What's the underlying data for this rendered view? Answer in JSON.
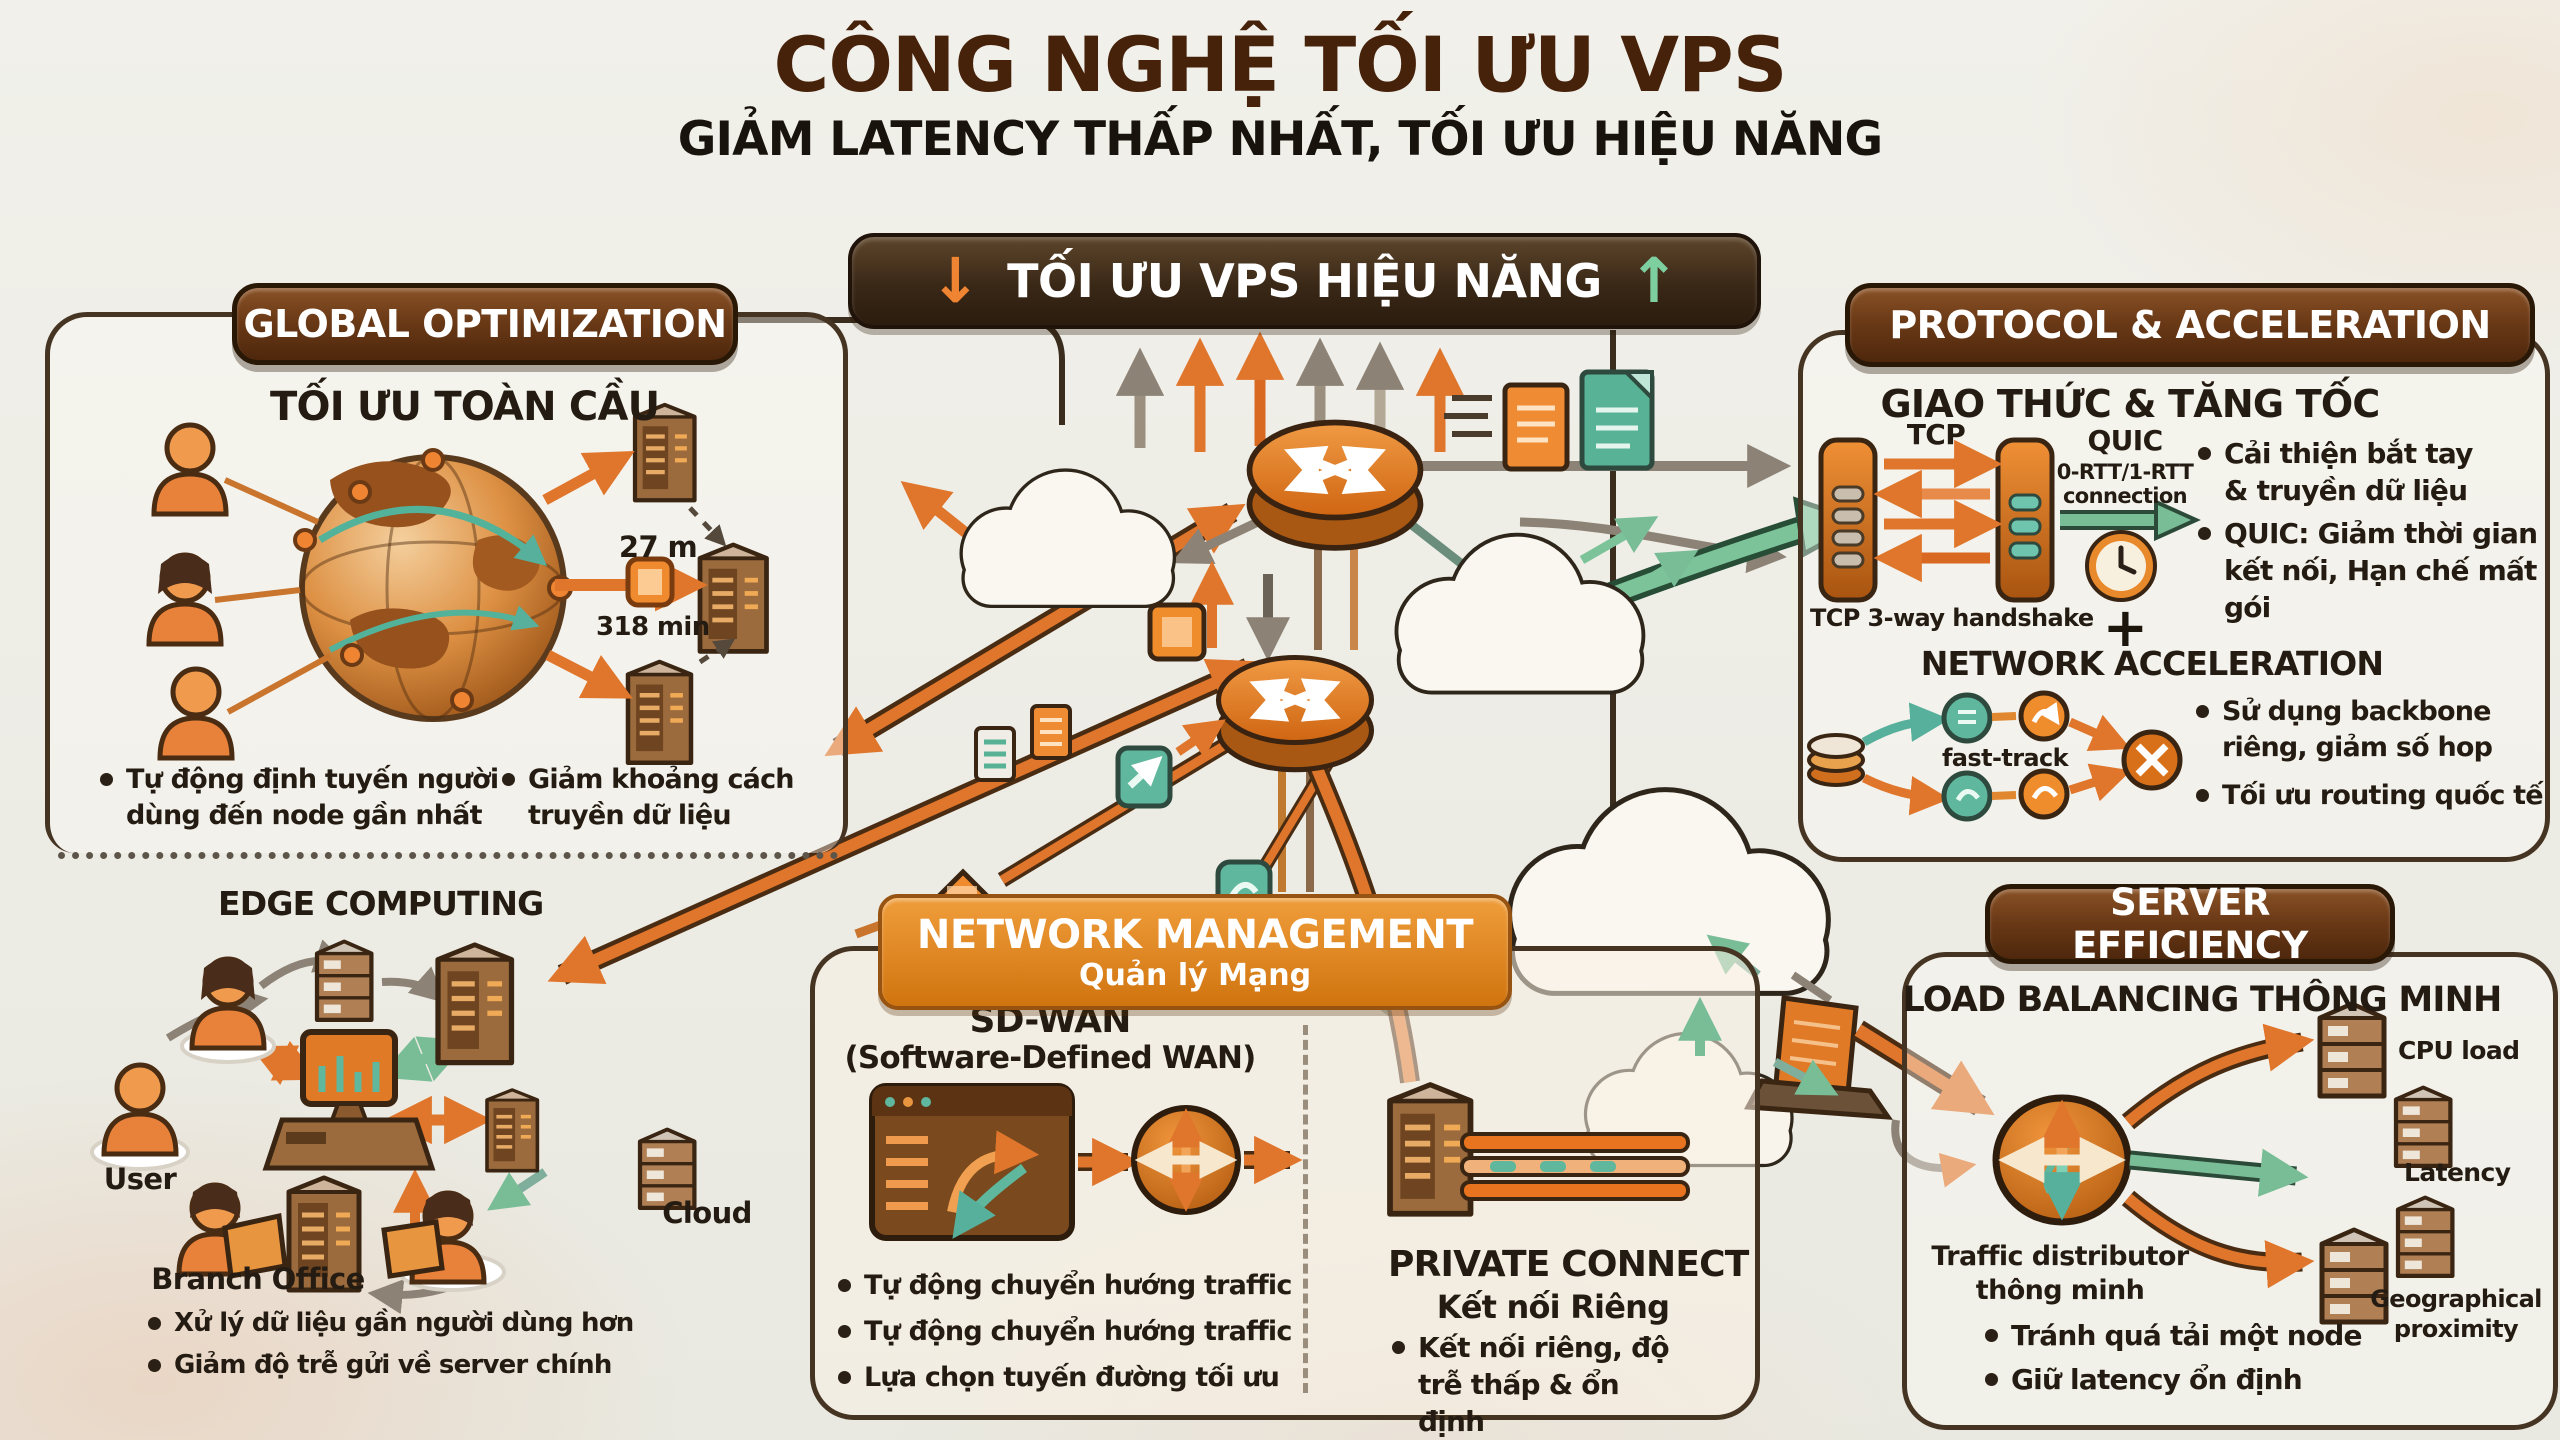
{
  "title": {
    "main": "CÔNG NGHỆ TỐI ƯU VPS",
    "subtitle": "GIẢM LATENCY THẤP NHẤT, TỐI ƯU HIỆU NĂNG"
  },
  "banner": {
    "label": "TỐI ƯU VPS HIỆU NĂNG",
    "arrow_down": "↓",
    "arrow_up": "↑"
  },
  "global_optimization": {
    "badge": "GLOBAL OPTIMIZATION",
    "heading": "TỐI ƯU TOÀN CẦU",
    "distance_label": "27 m",
    "time_label": "318 min",
    "bullets": [
      "Tự động định tuyến người dùng đến node gần nhất",
      "Giảm khoảng cách truyền dữ liệu"
    ]
  },
  "edge_computing": {
    "heading": "EDGE COMPUTING",
    "labels": {
      "user": "User",
      "branch_office": "Branch Office",
      "cloud": "Cloud"
    },
    "bullets": [
      "Xử lý dữ liệu gần người dùng hơn",
      "Giảm độ trễ gửi về server chính"
    ]
  },
  "protocol_acceleration": {
    "badge": "PROTOCOL & ACCELERATION",
    "heading": "GIAO THỨC & TĂNG TỐC",
    "tcp_label": "TCP",
    "tcp_caption": "TCP 3-way handshake",
    "quic_label": "QUIC",
    "quic_sub": "0-RTT/1-RTT",
    "quic_sub2": "connection",
    "plus": "+",
    "bullets": [
      "Cải thiện bắt tay & truyền dữ liệu",
      "QUIC: Giảm thời gian kết nối, Hạn chế mất gói"
    ],
    "network_acceleration": {
      "heading": "NETWORK ACCELERATION",
      "fast_track_label": "fast-track",
      "bullets": [
        "Sử dụng backbone riêng, giảm số hop",
        "Tối ưu routing quốc tế"
      ]
    }
  },
  "network_management": {
    "banner_title": "NETWORK MANAGEMENT",
    "banner_subtitle": "Quản lý Mạng",
    "sdwan": {
      "title": "SD-WAN",
      "subtitle": "(Software-Defined WAN)",
      "bullets": [
        "Tự động chuyển hướng traffic",
        "Tự động chuyển hướng traffic",
        "Lựa chọn tuyến đường tối ưu"
      ]
    },
    "private_connect": {
      "title": "PRIVATE CONNECT",
      "subtitle": "Kết nối Riêng",
      "bullets": [
        "Kết nối riêng, độ trễ thấp & ổn định"
      ]
    }
  },
  "server_efficiency": {
    "badge": "SERVER EFFICIENCY",
    "heading": "LOAD BALANCING THÔNG MINH",
    "distributor_label": "Traffic distributor thông minh",
    "factors": [
      "CPU load",
      "Latency",
      "Geographical proximity"
    ],
    "bullets": [
      "Tránh quá tải một node",
      "Giữ latency ổn định"
    ]
  },
  "colors": {
    "accent_orange": "#E0762B",
    "accent_green": "#79BD97",
    "dark_brown": "#4A2C12",
    "badge_brown": "#5E3514",
    "banner_orange": "#D9821F"
  }
}
